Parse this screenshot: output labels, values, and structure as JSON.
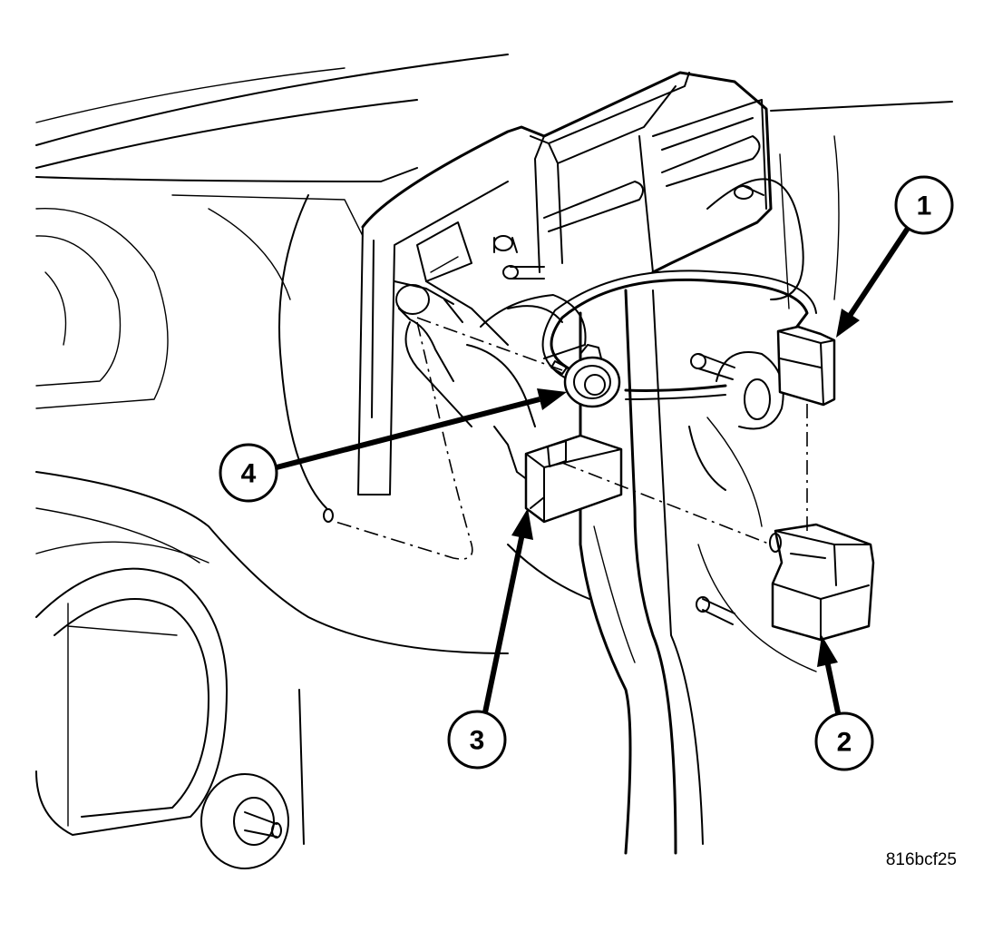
{
  "callouts": [
    {
      "id": "1",
      "label": "1"
    },
    {
      "id": "2",
      "label": "2"
    },
    {
      "id": "3",
      "label": "3"
    },
    {
      "id": "4",
      "label": "4"
    }
  ],
  "figure_id": "816bcf25"
}
